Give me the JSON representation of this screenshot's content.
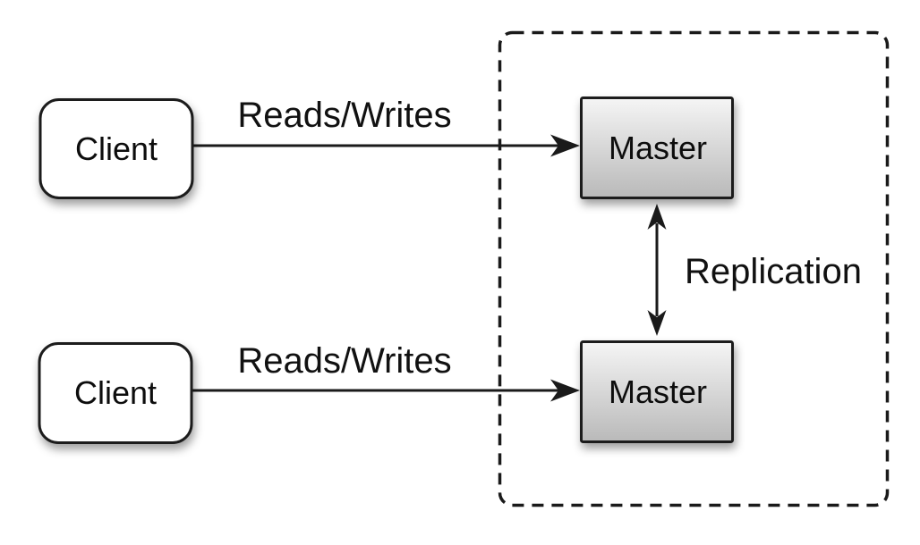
{
  "diagram": {
    "type": "architecture-diagram",
    "topic": "master-master-replication",
    "nodes": {
      "client_top": {
        "label": "Client"
      },
      "client_bottom": {
        "label": "Client"
      },
      "master_top": {
        "label": "Master"
      },
      "master_bottom": {
        "label": "Master"
      }
    },
    "edges": {
      "reads_writes_top": {
        "label": "Reads/Writes",
        "from": "client_top",
        "to": "master_top",
        "direction": "one-way"
      },
      "reads_writes_bottom": {
        "label": "Reads/Writes",
        "from": "client_bottom",
        "to": "master_bottom",
        "direction": "one-way"
      },
      "replication": {
        "label": "Replication",
        "from": "master_top",
        "to": "master_bottom",
        "direction": "two-way"
      }
    },
    "groups": {
      "replication_cluster": {
        "style": "dashed-rounded-border",
        "contains": [
          "master_top",
          "master_bottom"
        ]
      }
    },
    "colors": {
      "background": "#ffffff",
      "stroke": "#1a1a1a",
      "text": "#111111",
      "client_fill": "#ffffff",
      "master_gradient_top": "#f5f5f5",
      "master_gradient_bottom": "#b9b9b9"
    }
  }
}
